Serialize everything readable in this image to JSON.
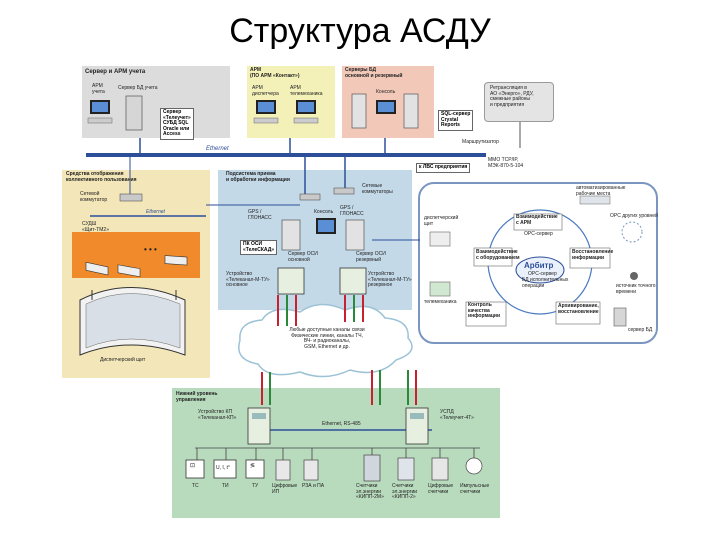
{
  "title": "Структура АСДУ",
  "boxes": {
    "server_arm": "Сервер и АРМ учета",
    "arm_contact": "АРМ\n(ПО АРМ «Контакт»)",
    "db_servers": "Серверы БД\nосновной и резервный",
    "collective": "Средства отображения\nколлективного пользования",
    "reception": "Подсистема приема\nи обработки информации",
    "lower": "Нижний уровень\nуправления"
  },
  "labels": {
    "arm_uchet": "АРМ\nучета",
    "server_db_uchet": "Сервер БД учета",
    "server_telecount": "Сервер\n«Телеучет»\nСУБД SQL\nOracle или\nAccess",
    "arm_dispatcher": "АРМ\nдиспетчера",
    "arm_telemech": "АРМ\nтелемеханика",
    "console_top": "Консоль",
    "sql_server": "SQL-сервер\nCrystal\nReports",
    "retranslation": "Ретрансляция в\nАО «Энерго», РДУ,\nсмежные районы\nи предприятия",
    "ethernet": "Ethernet",
    "router": "Маршрутизатор",
    "mmo": "ММО ТСР/IP,\nМЭК-870-5-104",
    "lvs": "к ЛВС предприятия",
    "net_switch_left": "Сетевой\nкоммутатор",
    "ethernet_left": "Ethernet",
    "sudsh": "СУДШ\n«Щит-ТМ2»",
    "ellipsis": "• • •",
    "disp_panel": "Диспетчерский щит",
    "gps_left": "GPS /\nГЛОНАСС",
    "gps_right": "GPS /\nГЛОНАСС",
    "net_switches": "Сетевые\nкоммутаторы",
    "console_mid": "Консоль",
    "po_osi": "ПК ОСИ\n«ТелеСКАД»",
    "server_main": "Сервер ОСИ\nосновной",
    "server_reserve": "Сервер ОСИ\nрезервный",
    "device_main": "Устройство\n«Телеканал-М-ТУ»\nосновное",
    "device_reserve": "Устройство\n«Телеканал-М-ТУ»\nрезервное",
    "channels": "Любые доступные каналы связи\nФизические линии, каналы ТЧ,\nВЧ- и радиоканалы,\nGSM, Ethernet и др.",
    "arbiter": "Арбитр",
    "opc_server": "OPC-сервер",
    "arbiter_sub": "БД исполнительных\nоперации",
    "arm_ws": "автоматизированные\nрабочие места",
    "disp_panel_r": "диспетчерский\nщит",
    "interact_arm": "Взаимодействие\nс АРМ",
    "interact_equip": "Взаимодействие\nс оборудованием",
    "restore": "Восстановление\nинформации",
    "control_info": "Контроль\nкачества\nинформации",
    "archive": "Архивирование,\nвосстановление",
    "opc_other": "OPC других уровней",
    "accurate_time": "источник точного\nвремени",
    "server_db_r": "сервер БД",
    "telemech": "телемеханика",
    "opc_label": "OPC-сервер",
    "ushd_left": "Устройство КП\n«Телеканал-КП»",
    "ushd_right": "УСПД\n«Телеучет-4Т»",
    "ethernet_rs": "Ethernet, RS-485",
    "ts": "ТС",
    "ti": "ТИ",
    "tu": "ТУ",
    "digital_ip": "Цифровые\nИП",
    "rza": "РЗА и ПА",
    "meter1": "Счетчики\nэл.энергии\n«КИПП-2М»",
    "meter2": "Счетчики\nэл.энергии\n«КИПП-2»",
    "digital_meters": "Цифровые\nсчетчики",
    "pulse_meters": "Импульсные\nсчетчики",
    "ui_symbol": "U, I, t°",
    "ts_symbol": "⊡",
    "tu_symbol": "≶"
  },
  "colors": {
    "gray_box": "#dcdcdc",
    "yellow_box": "#f3f0b8",
    "peach_box": "#f2c9b9",
    "collective_box": "#f3e6b8",
    "reception_box": "#c4d9e8",
    "lower_box": "#b9dbbd",
    "orange": "#f08a2a",
    "bus": "#2d4f9a",
    "red": "#c8202e",
    "green": "#2b8a3a"
  }
}
